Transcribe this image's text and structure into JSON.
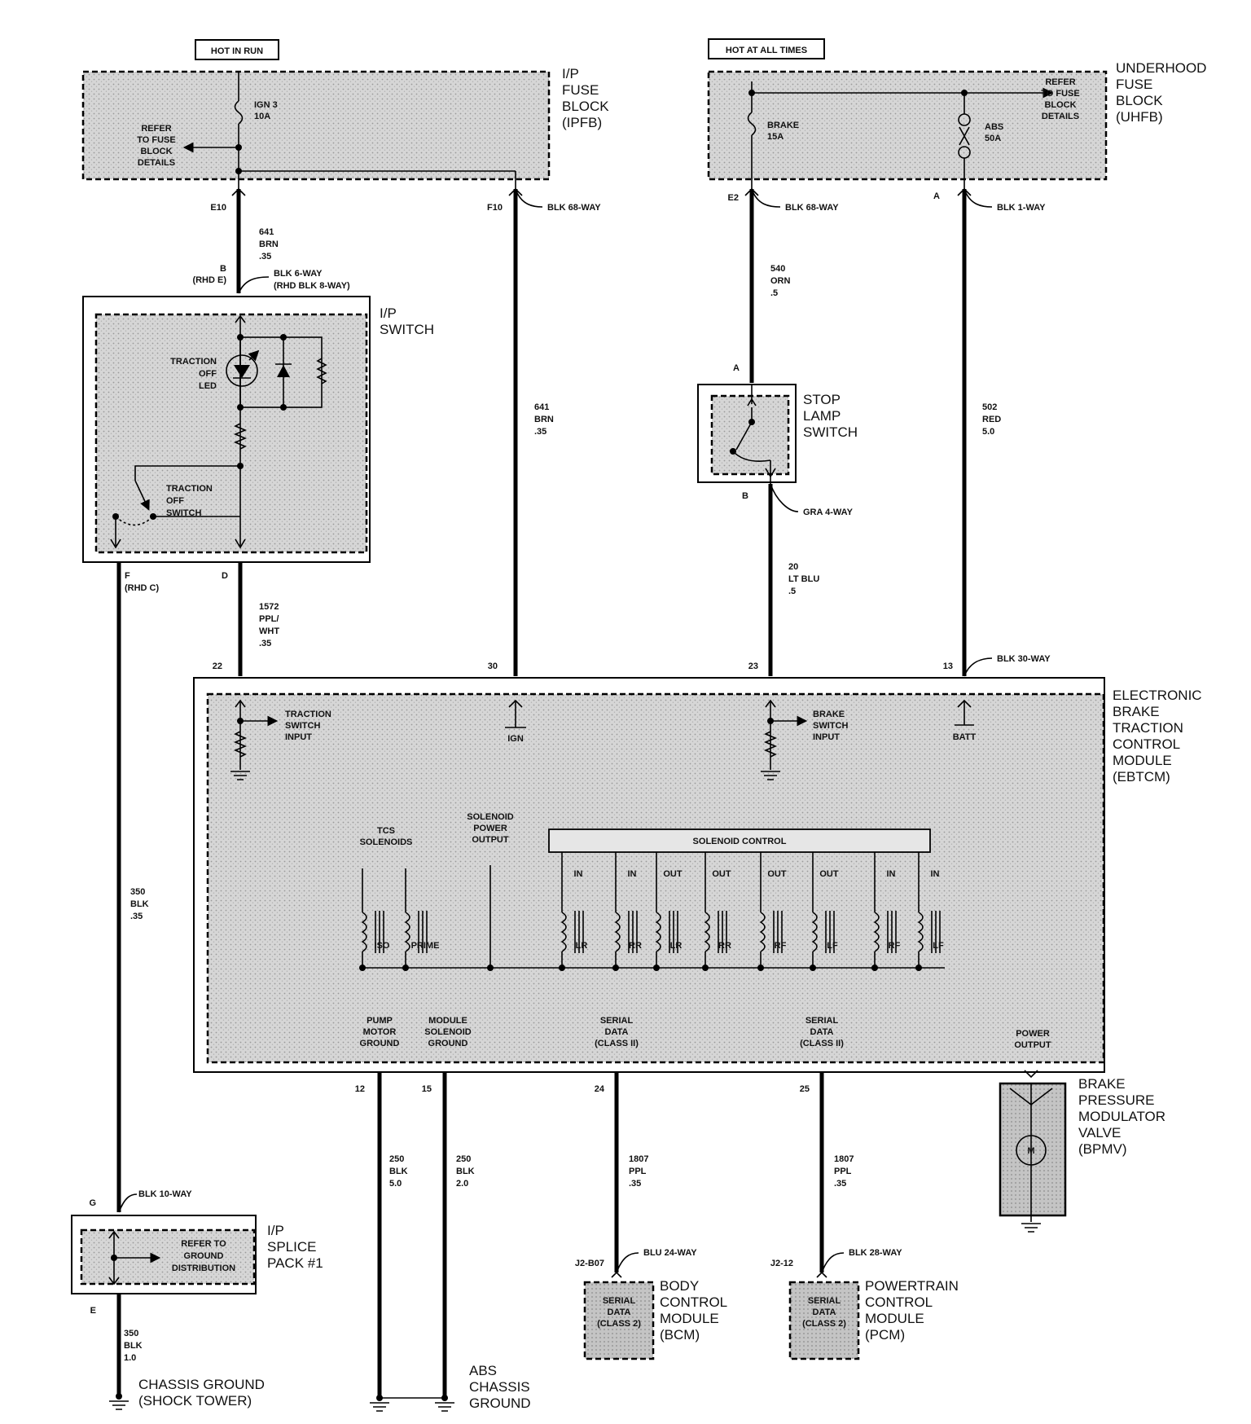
{
  "banners": {
    "hot_in_run": "HOT IN RUN",
    "hot_at_all_times": "HOT AT ALL TIMES"
  },
  "ipfb": {
    "name": [
      "I/P",
      "FUSE",
      "BLOCK",
      "(IPFB)"
    ],
    "fuse": [
      "IGN 3",
      "10A"
    ],
    "refer": [
      "REFER",
      "TO FUSE",
      "BLOCK",
      "DETAILS"
    ]
  },
  "uhfb": {
    "name": [
      "UNDERHOOD",
      "FUSE",
      "BLOCK",
      "(UHFB)"
    ],
    "fuse_brake": [
      "BRAKE",
      "15A"
    ],
    "fuse_abs": [
      "ABS",
      "50A"
    ],
    "refer": [
      "REFER",
      "TO FUSE",
      "BLOCK",
      "DETAILS"
    ]
  },
  "ip_switch": {
    "name": [
      "I/P",
      "SWITCH"
    ],
    "led": [
      "TRACTION",
      "OFF",
      "LED"
    ],
    "switch": [
      "TRACTION",
      "OFF",
      "SWITCH"
    ]
  },
  "stop_lamp": {
    "name": [
      "STOP",
      "LAMP",
      "SWITCH"
    ]
  },
  "ebtcm": {
    "name": [
      "ELECTRONIC",
      "BRAKE",
      "TRACTION",
      "CONTROL",
      "MODULE",
      "(EBTCM)"
    ],
    "traction_input": [
      "TRACTION",
      "SWITCH",
      "INPUT"
    ],
    "ign": "IGN",
    "brake_input": [
      "BRAKE",
      "SWITCH",
      "INPUT"
    ],
    "batt": "BATT",
    "tcs": [
      "TCS",
      "SOLENOIDS"
    ],
    "sol_power": [
      "SOLENOID",
      "POWER",
      "OUTPUT"
    ],
    "sol_control": "SOLENOID CONTROL",
    "coils_top": [
      "IN",
      "IN",
      "OUT",
      "OUT",
      "OUT",
      "OUT",
      "IN",
      "IN"
    ],
    "coils_bottom": [
      "ISO",
      "PRIME",
      "LR",
      "RR",
      "LR",
      "RR",
      "RF",
      "LF",
      "RF",
      "LF"
    ],
    "pump_ground": [
      "PUMP",
      "MOTOR",
      "GROUND"
    ],
    "module_ground": [
      "MODULE",
      "SOLENOID",
      "GROUND"
    ],
    "serial_1": [
      "SERIAL",
      "DATA",
      "(CLASS II)"
    ],
    "serial_2": [
      "SERIAL",
      "DATA",
      "(CLASS II)"
    ],
    "power_output": [
      "POWER",
      "OUTPUT"
    ]
  },
  "bpmv": {
    "name": [
      "BRAKE",
      "PRESSURE",
      "MODULATOR",
      "VALVE",
      "(BPMV)"
    ],
    "motor": "M"
  },
  "splice": {
    "name": [
      "I/P",
      "SPLICE",
      "PACK #1"
    ],
    "refer": [
      "REFER TO",
      "GROUND",
      "DISTRIBUTION"
    ]
  },
  "bcm": {
    "name": [
      "BODY",
      "CONTROL",
      "MODULE",
      "(BCM)"
    ],
    "inner": [
      "SERIAL",
      "DATA",
      "(CLASS 2)"
    ]
  },
  "pcm": {
    "name": [
      "POWERTRAIN",
      "CONTROL",
      "MODULE",
      "(PCM)"
    ],
    "inner": [
      "SERIAL",
      "DATA",
      "(CLASS 2)"
    ]
  },
  "grounds": {
    "chassis": [
      "CHASSIS GROUND",
      "(SHOCK TOWER)"
    ],
    "abs": [
      "ABS",
      "CHASSIS",
      "GROUND"
    ]
  },
  "pins": {
    "e10": "E10",
    "f10": "F10",
    "e2": "E2",
    "a_uhfb": "A",
    "b_ipsw": "B",
    "rhd_e": "(RHD E)",
    "f_ipsw": "F",
    "rhd_c": "(RHD C)",
    "d_ipsw": "D",
    "a_stop": "A",
    "b_stop": "B",
    "p22": "22",
    "p30": "30",
    "p23": "23",
    "p13": "13",
    "p12": "12",
    "p15": "15",
    "p24": "24",
    "p25": "25",
    "g_splice": "G",
    "e_splice": "E",
    "j2b07": "J2-B07",
    "j2_12": "J2-12"
  },
  "connectors": {
    "blk68_ipfb": "BLK 68-WAY",
    "blk68_uhfb": "BLK 68-WAY",
    "blk1": "BLK 1-WAY",
    "blk6": [
      "BLK 6-WAY",
      "(RHD BLK 8-WAY)"
    ],
    "gra4": "GRA 4-WAY",
    "blk30": "BLK 30-WAY",
    "blk10": "BLK 10-WAY",
    "blu24": "BLU 24-WAY",
    "blk28": "BLK 28-WAY"
  },
  "wires": {
    "w641a": [
      "641",
      "BRN",
      ".35"
    ],
    "w641b": [
      "641",
      "BRN",
      ".35"
    ],
    "w540": [
      "540",
      "ORN",
      ".5"
    ],
    "w502": [
      "502",
      "RED",
      "5.0"
    ],
    "w1572": [
      "1572",
      "PPL/",
      "WHT",
      ".35"
    ],
    "w20": [
      "20",
      "LT BLU",
      ".5"
    ],
    "w350a": [
      "350",
      "BLK",
      ".35"
    ],
    "w350b": [
      "350",
      "BLK",
      "1.0"
    ],
    "w250a": [
      "250",
      "BLK",
      "5.0"
    ],
    "w250b": [
      "250",
      "BLK",
      "2.0"
    ],
    "w1807a": [
      "1807",
      "PPL",
      ".35"
    ],
    "w1807b": [
      "1807",
      "PPL",
      ".35"
    ]
  }
}
